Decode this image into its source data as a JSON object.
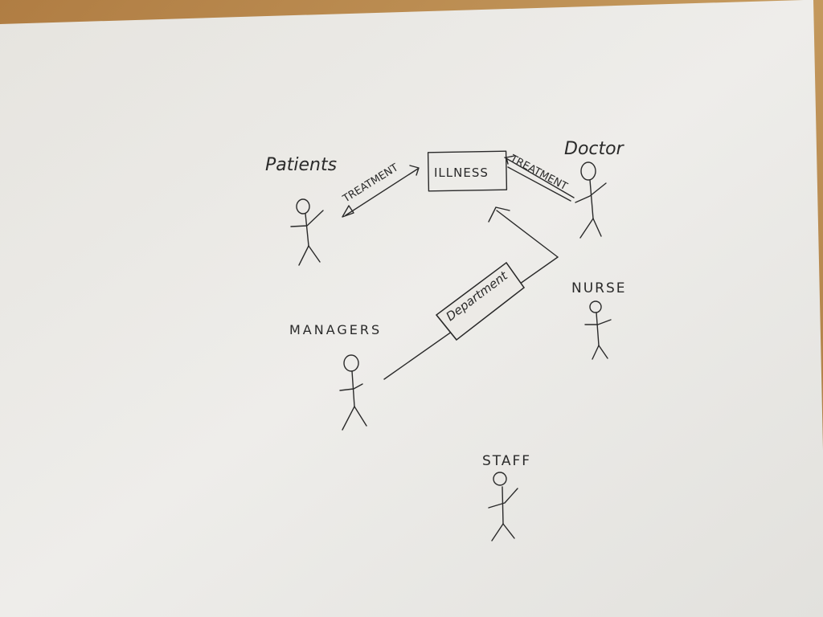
{
  "diagram": {
    "actors": {
      "patients": "Patients",
      "doctor": "Doctor",
      "nurse": "NURSE",
      "managers": "MANAGERS",
      "staff": "STAFF"
    },
    "entities": {
      "illness": "ILLNESS",
      "department": "Department"
    },
    "edges": {
      "treatment_to_patients": "TREATMENT",
      "treatment_from_doctor": "TREATMENT"
    }
  },
  "colors": {
    "ink": "#2a2a2a",
    "paper": "#ededea",
    "desk": "#b98a4e"
  }
}
